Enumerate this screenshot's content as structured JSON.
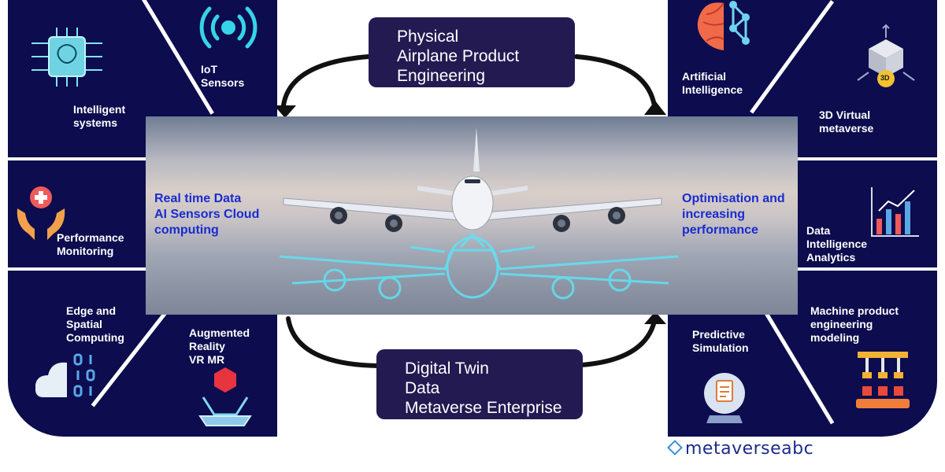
{
  "top_box": {
    "label": "Physical\nAirplane Product\nEngineering"
  },
  "bottom_box": {
    "label": "Digital  Twin\nData\nMetaverse Enterprise"
  },
  "photo": {
    "left_text": "Real time Data\nAI Sensors Cloud\ncomputing",
    "right_text": "Optimisation and\nincreasing\nperformance"
  },
  "left_panel": {
    "intelligent_systems": "Intelligent\nsystems",
    "iot_sensors": "IoT\nSensors",
    "performance_monitoring": "Performance\nMonitoring",
    "edge_spatial": "Edge and\nSpatial\nComputing",
    "augmented_reality": "Augmented\nReality\nVR MR"
  },
  "right_panel": {
    "artificial_intelligence": "Artificial\nIntelligence",
    "virtual_metaverse": "3D Virtual\nmetaverse",
    "data_analytics": "Data\nIntelligence\nAnalytics",
    "predictive_simulation": "Predictive\nSimulation",
    "machine_modeling": "Machine product\nengineering\nmodeling"
  },
  "icons": {
    "cube_badge": "3D"
  },
  "brand": "metaverseabc",
  "colors": {
    "panel": "#0c0c4e",
    "box": "#241a52",
    "photo_text": "#1a2bd0",
    "brand": "#1b2c8c"
  }
}
